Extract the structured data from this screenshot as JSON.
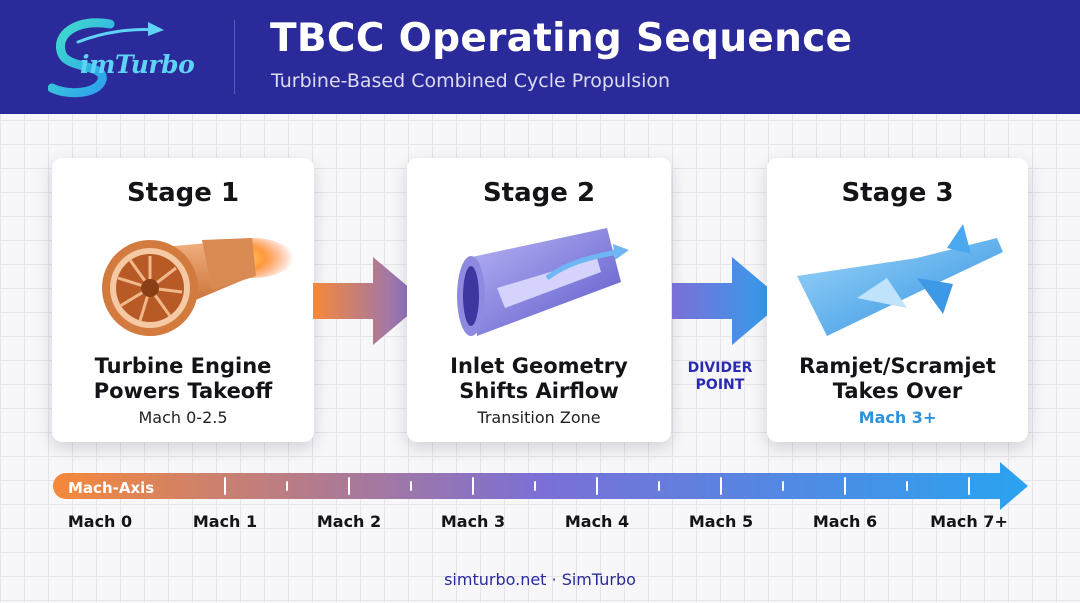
{
  "header": {
    "logo_text": "imTurbo",
    "title": "TBCC Operating Sequence",
    "subtitle": "Turbine-Based Combined Cycle Propulsion"
  },
  "stages": [
    {
      "label": "Stage 1",
      "title_line1": "Turbine Engine",
      "title_line2": "Powers Takeoff",
      "note": "Mach 0-2.5"
    },
    {
      "label": "Stage 2",
      "title_line1": "Inlet Geometry",
      "title_line2": "Shifts Airflow",
      "note": "Transition Zone"
    },
    {
      "label": "Stage 3",
      "title_line1": "Ramjet/Scramjet",
      "title_line2": "Takes Over",
      "note": "Mach 3+"
    }
  ],
  "divider": {
    "line1": "DIVIDER",
    "line2": "POINT"
  },
  "axis": {
    "label": "Mach-Axis",
    "ticks": [
      "Mach 0",
      "Mach 1",
      "Mach 2",
      "Mach 3",
      "Mach 4",
      "Mach 5",
      "Mach 6",
      "Mach 7+"
    ]
  },
  "colors": {
    "header_bg": "#2a2a9b",
    "axis_start": "#f5893a",
    "axis_mid": "#7b6fd6",
    "axis_end": "#2aa3f0",
    "accent_blue": "#2b93dd"
  },
  "footer": "simturbo.net · SimTurbo"
}
